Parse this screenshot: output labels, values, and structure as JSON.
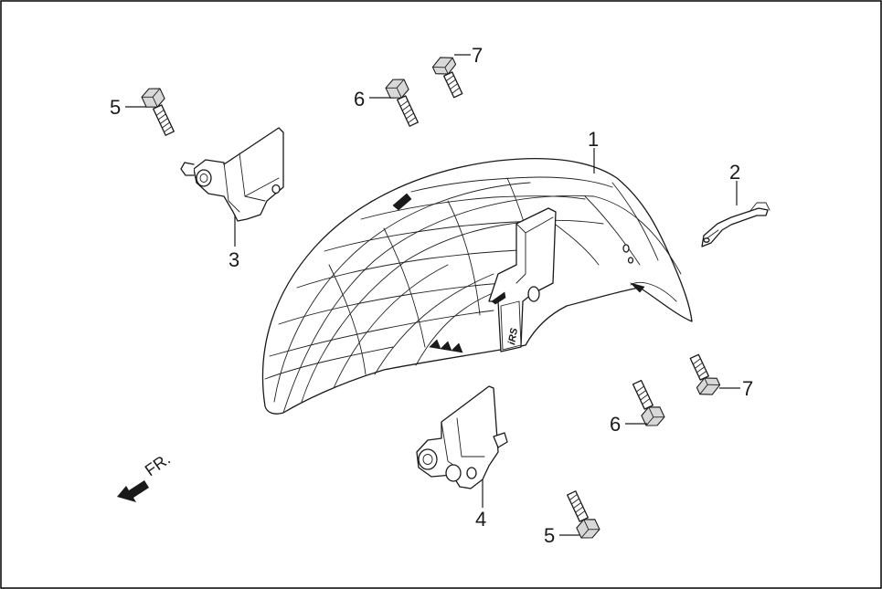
{
  "diagram": {
    "callouts": [
      {
        "id": "fender",
        "label": "1"
      },
      {
        "id": "bracket-right",
        "label": "2"
      },
      {
        "id": "bracket-upper-left",
        "label": "3"
      },
      {
        "id": "bracket-lower",
        "label": "4"
      },
      {
        "id": "bolt-top-left",
        "label": "5"
      },
      {
        "id": "bolt-bottom",
        "label": "5"
      },
      {
        "id": "bolt-top-center",
        "label": "6"
      },
      {
        "id": "bolt-right-center",
        "label": "6"
      },
      {
        "id": "bolt-top",
        "label": "7"
      },
      {
        "id": "bolt-right",
        "label": "7"
      }
    ],
    "direction_label": "FR.",
    "fender_logo": "iRS"
  }
}
